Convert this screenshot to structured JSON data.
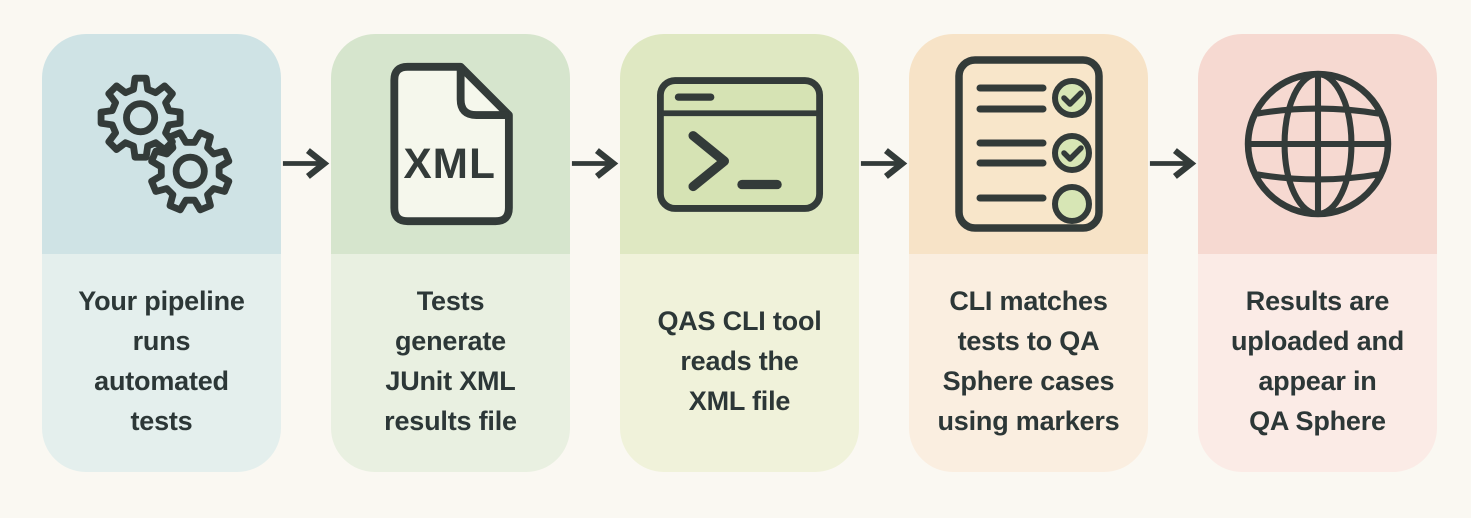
{
  "palette": {
    "background": "#faf8f2",
    "ink": "#333b39",
    "text": "#2c3737",
    "check_circle_fill": "#d7e6b5",
    "terminal_fill": "#d6e3b4",
    "document_fill": "#f5f7ec",
    "checklist_fill": "#f8e6ca"
  },
  "arrow": {
    "icon": "arrow-right-icon",
    "color": "#333b39"
  },
  "flow": {
    "steps": [
      {
        "name": "pipeline-runs-tests",
        "icon": "gears-icon",
        "label": "Your pipeline\nruns\nautomated\ntests",
        "colors": {
          "top": "#cfe3e5",
          "bottom": "#e4efed"
        }
      },
      {
        "name": "tests-generate-xml",
        "icon": "xml-file-icon",
        "icon_label": "XML",
        "label": "Tests\ngenerate\nJUnit XML\nresults file",
        "colors": {
          "top": "#d6e5cd",
          "bottom": "#e9f0e1"
        }
      },
      {
        "name": "cli-reads-xml",
        "icon": "terminal-icon",
        "label": "QAS CLI tool\nreads the\nXML file",
        "colors": {
          "top": "#dfe8c2",
          "bottom": "#f0f2da"
        }
      },
      {
        "name": "cli-matches-tests",
        "icon": "checklist-icon",
        "label": "CLI matches\ntests to QA\nSphere cases\nusing markers",
        "colors": {
          "top": "#f7e3c7",
          "bottom": "#faeee0"
        }
      },
      {
        "name": "results-uploaded",
        "icon": "globe-icon",
        "label": "Results are\nuploaded and\nappear in\nQA Sphere",
        "colors": {
          "top": "#f6d9d1",
          "bottom": "#fbebe6"
        }
      }
    ]
  }
}
